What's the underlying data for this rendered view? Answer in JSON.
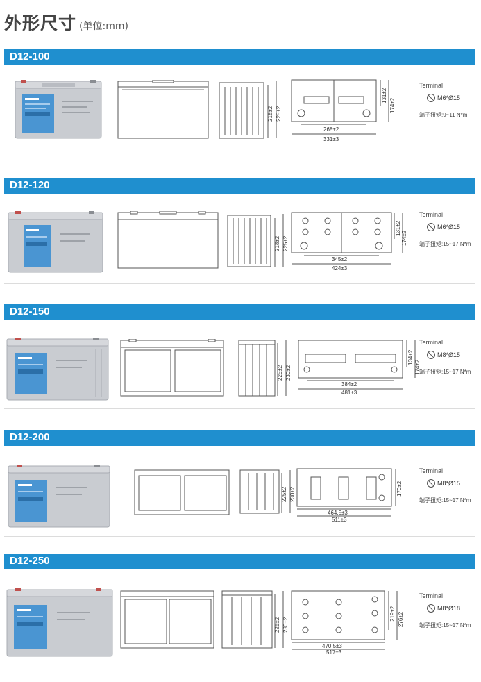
{
  "header": {
    "title": "外形尺寸",
    "unit": "(单位:mm)"
  },
  "terminal_label": "Terminal",
  "models": [
    {
      "name": "D12-100",
      "terminal": "M6*Ø15",
      "torque": "端子扭矩:9~11 N*m",
      "height": "218±2",
      "total_height": "225±2",
      "pitch": "268±2",
      "length": "331±3",
      "w_inner": "131±2",
      "w_total": "174±2"
    },
    {
      "name": "D12-120",
      "terminal": "M6*Ø15",
      "torque": "端子扭矩:15~17 N*m",
      "height": "218±2",
      "total_height": "225±2",
      "pitch": "345±2",
      "length": "424±3",
      "w_inner": "131±2",
      "w_total": "174±2"
    },
    {
      "name": "D12-150",
      "terminal": "M8*Ø15",
      "torque": "端子扭矩:15~17 N*m",
      "height": "225±2",
      "total_height": "230±2",
      "pitch": "384±2",
      "length": "481±3",
      "w_inner": "134±2",
      "w_total": "174±2"
    },
    {
      "name": "D12-200",
      "terminal": "M8*Ø15",
      "torque": "端子扭矩:15~17 N*m",
      "height": "225±2",
      "total_height": "230±2",
      "pitch": "464.5±3",
      "length": "511±3",
      "w_inner": "170±2",
      "w_total": ""
    },
    {
      "name": "D12-250",
      "terminal": "M8*Ø18",
      "torque": "端子扭矩:15~17 N*m",
      "height": "225±2",
      "total_height": "230±2",
      "pitch": "470.5±3",
      "length": "517±3",
      "w_inner": "219±2",
      "w_total": "276±2"
    }
  ],
  "colors": {
    "accent": "#1f8fcf",
    "battery_case": "#c9ccd1",
    "label_panel": "#4a95d2"
  }
}
